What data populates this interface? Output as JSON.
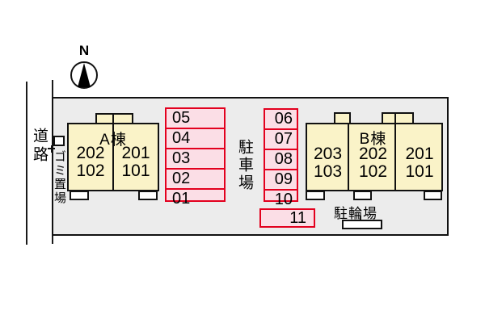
{
  "labels": {
    "north": "N",
    "road": "道路",
    "parking": "駐車場",
    "bicycle_parking": "駐輪場",
    "garbage_area": "ゴミ置場"
  },
  "buildings": {
    "a": {
      "name": "A棟",
      "sections": [
        {
          "upper": "202",
          "lower": "102"
        },
        {
          "upper": "201",
          "lower": "101"
        }
      ]
    },
    "b": {
      "name": "B棟",
      "sections": [
        {
          "upper": "203",
          "lower": "103"
        },
        {
          "upper": "202",
          "lower": "102"
        },
        {
          "upper": "201",
          "lower": "101"
        }
      ]
    }
  },
  "parking_spaces": {
    "left_column": [
      "05",
      "04",
      "03",
      "02",
      "01"
    ],
    "right_column": [
      "06",
      "07",
      "08",
      "09",
      "10"
    ],
    "wide": "11"
  },
  "colors": {
    "plot_fill": "#ececec",
    "building_fill": "#faf3c8",
    "parking_fill": "#fbdee6",
    "parking_border": "#e3001e",
    "line": "#111111"
  }
}
